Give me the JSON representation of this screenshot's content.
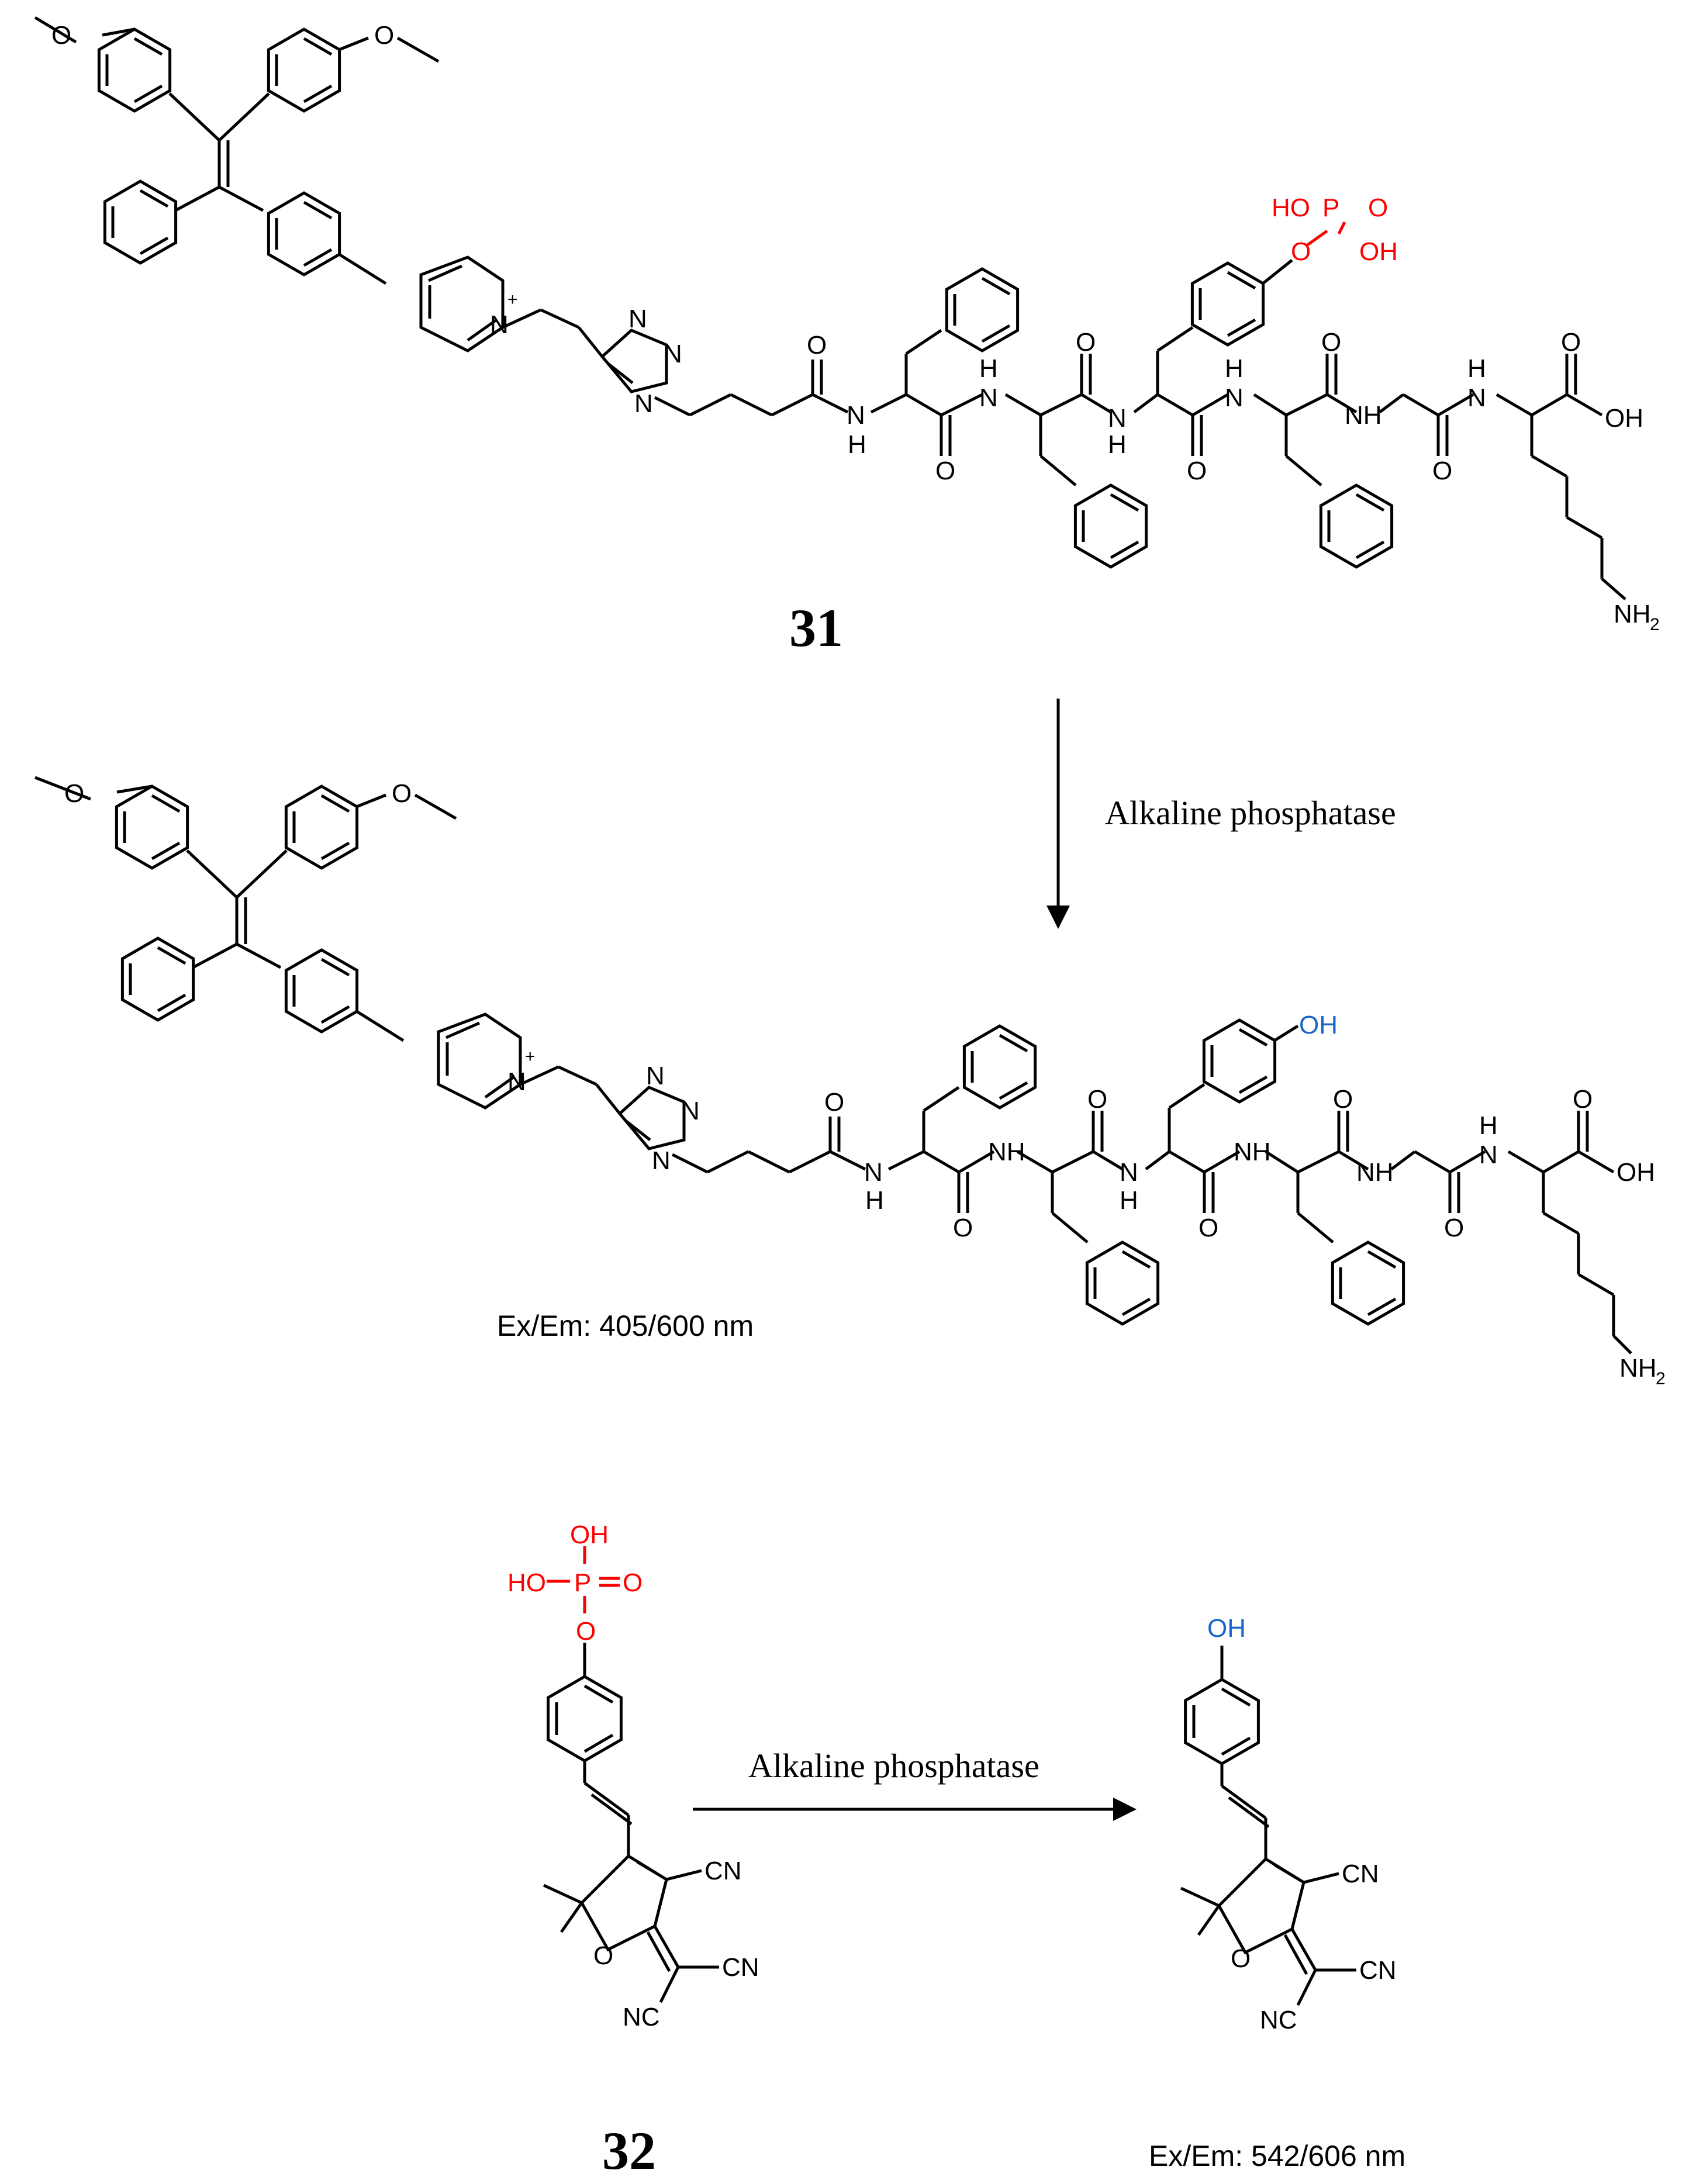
{
  "colors": {
    "phosphate": "#ff0000",
    "hydroxyl": "#1a66cc",
    "bond": "#000000"
  },
  "compound_31": {
    "number": "31",
    "atoms": {
      "methoxy_o": "O",
      "pyridinium_n": "N",
      "charge": "+",
      "triazole_n": "N",
      "amide_o": "O",
      "amide_nh": "N",
      "amide_h": "H",
      "nh": "NH",
      "h": "H",
      "ho": "HO",
      "p": "P",
      "o": "O",
      "oh": "OH",
      "nh2": "NH",
      "sub2": "2"
    }
  },
  "reaction_1": {
    "enzyme": "Alkaline phosphatase"
  },
  "product_1": {
    "atoms": {
      "oh": "OH",
      "o": "O",
      "n": "N",
      "h": "H",
      "nh": "NH",
      "nh2": "NH",
      "sub2": "2",
      "charge": "+"
    },
    "exem": "Ex/Em: 405/600 nm"
  },
  "compound_32": {
    "number": "32",
    "atoms": {
      "oh": "OH",
      "ho": "HO",
      "p": "P",
      "o": "O",
      "cn": "CN",
      "nc": "NC",
      "ring_o": "O"
    }
  },
  "reaction_2": {
    "enzyme": "Alkaline phosphatase"
  },
  "product_2": {
    "atoms": {
      "oh": "OH",
      "cn": "CN",
      "nc": "NC",
      "ring_o": "O"
    },
    "exem": "Ex/Em: 542/606 nm"
  }
}
